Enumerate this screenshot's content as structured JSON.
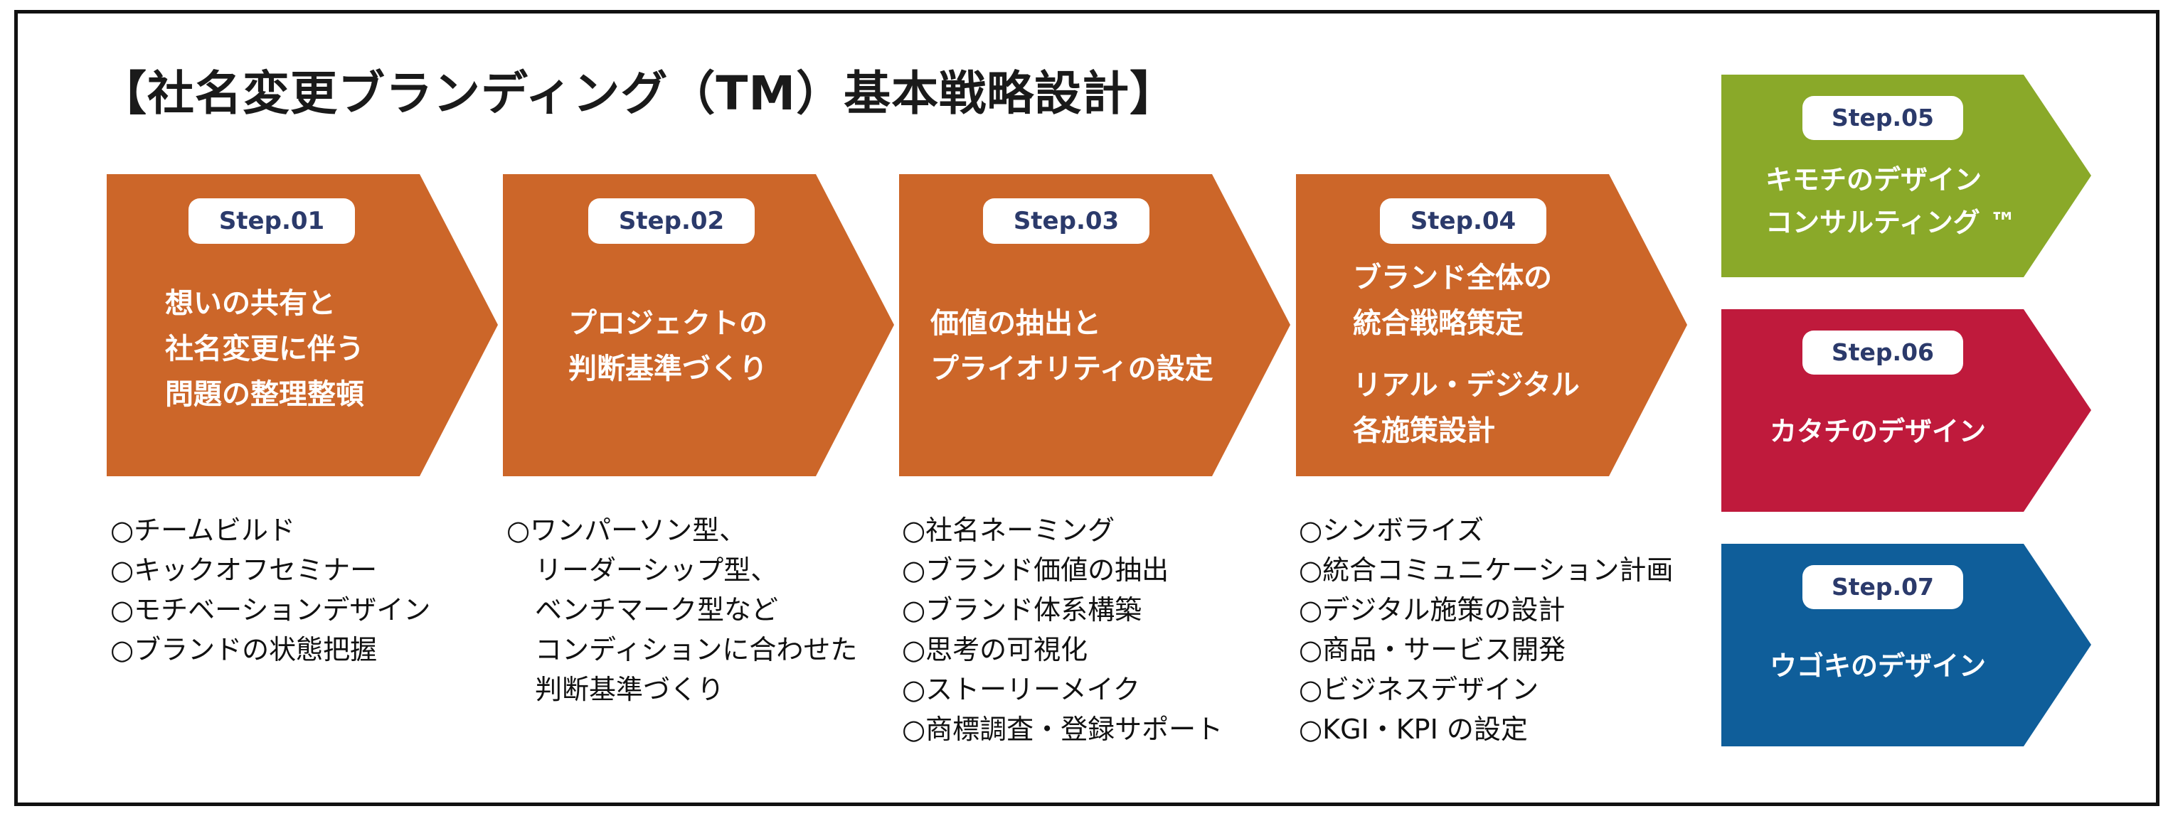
{
  "title": "【社名変更ブランディング（TM）基本戦略設計】",
  "colors": {
    "orange": "#cc6629",
    "green": "#8aa929",
    "red": "#bf1a3c",
    "blue": "#0f5e9a",
    "badge_text": "#2b3a6b"
  },
  "steps": [
    {
      "badge": "Step.01",
      "lines": [
        "想いの共有と",
        "社名変更に伴う",
        "問題の整理整頓"
      ],
      "items": [
        "○チームビルド",
        "○キックオフセミナー",
        "○モチベーションデザイン",
        "○ブランドの状態把握"
      ]
    },
    {
      "badge": "Step.02",
      "lines": [
        "プロジェクトの",
        "判断基準づくり"
      ],
      "items": [
        "○ワンパーソン型、",
        "リーダーシップ型、",
        "ベンチマーク型など",
        "コンディションに合わせた",
        "判断基準づくり"
      ]
    },
    {
      "badge": "Step.03",
      "lines": [
        "価値の抽出と",
        "プライオリティの設定"
      ],
      "items": [
        "○社名ネーミング",
        "○ブランド価値の抽出",
        "○ブランド体系構築",
        "○思考の可視化",
        "○ストーリーメイク",
        "○商標調査・登録サポート"
      ]
    },
    {
      "badge": "Step.04",
      "lines": [
        "ブランド全体の",
        "統合戦略策定",
        "リアル・デジタル",
        "各施策設計"
      ],
      "items": [
        "○シンボライズ",
        "○統合コミュニケーション計画",
        "○デジタル施策の設計",
        "○商品・サービス開発",
        "○ビジネスデザイン",
        "○KGI・KPI の設定"
      ]
    }
  ],
  "right_steps": [
    {
      "badge": "Step.05",
      "lines": [
        "キモチのデザイン",
        "コンサルティング ™"
      ]
    },
    {
      "badge": "Step.06",
      "lines": [
        "カタチのデザイン"
      ]
    },
    {
      "badge": "Step.07",
      "lines": [
        "ウゴキのデザイン"
      ]
    }
  ]
}
